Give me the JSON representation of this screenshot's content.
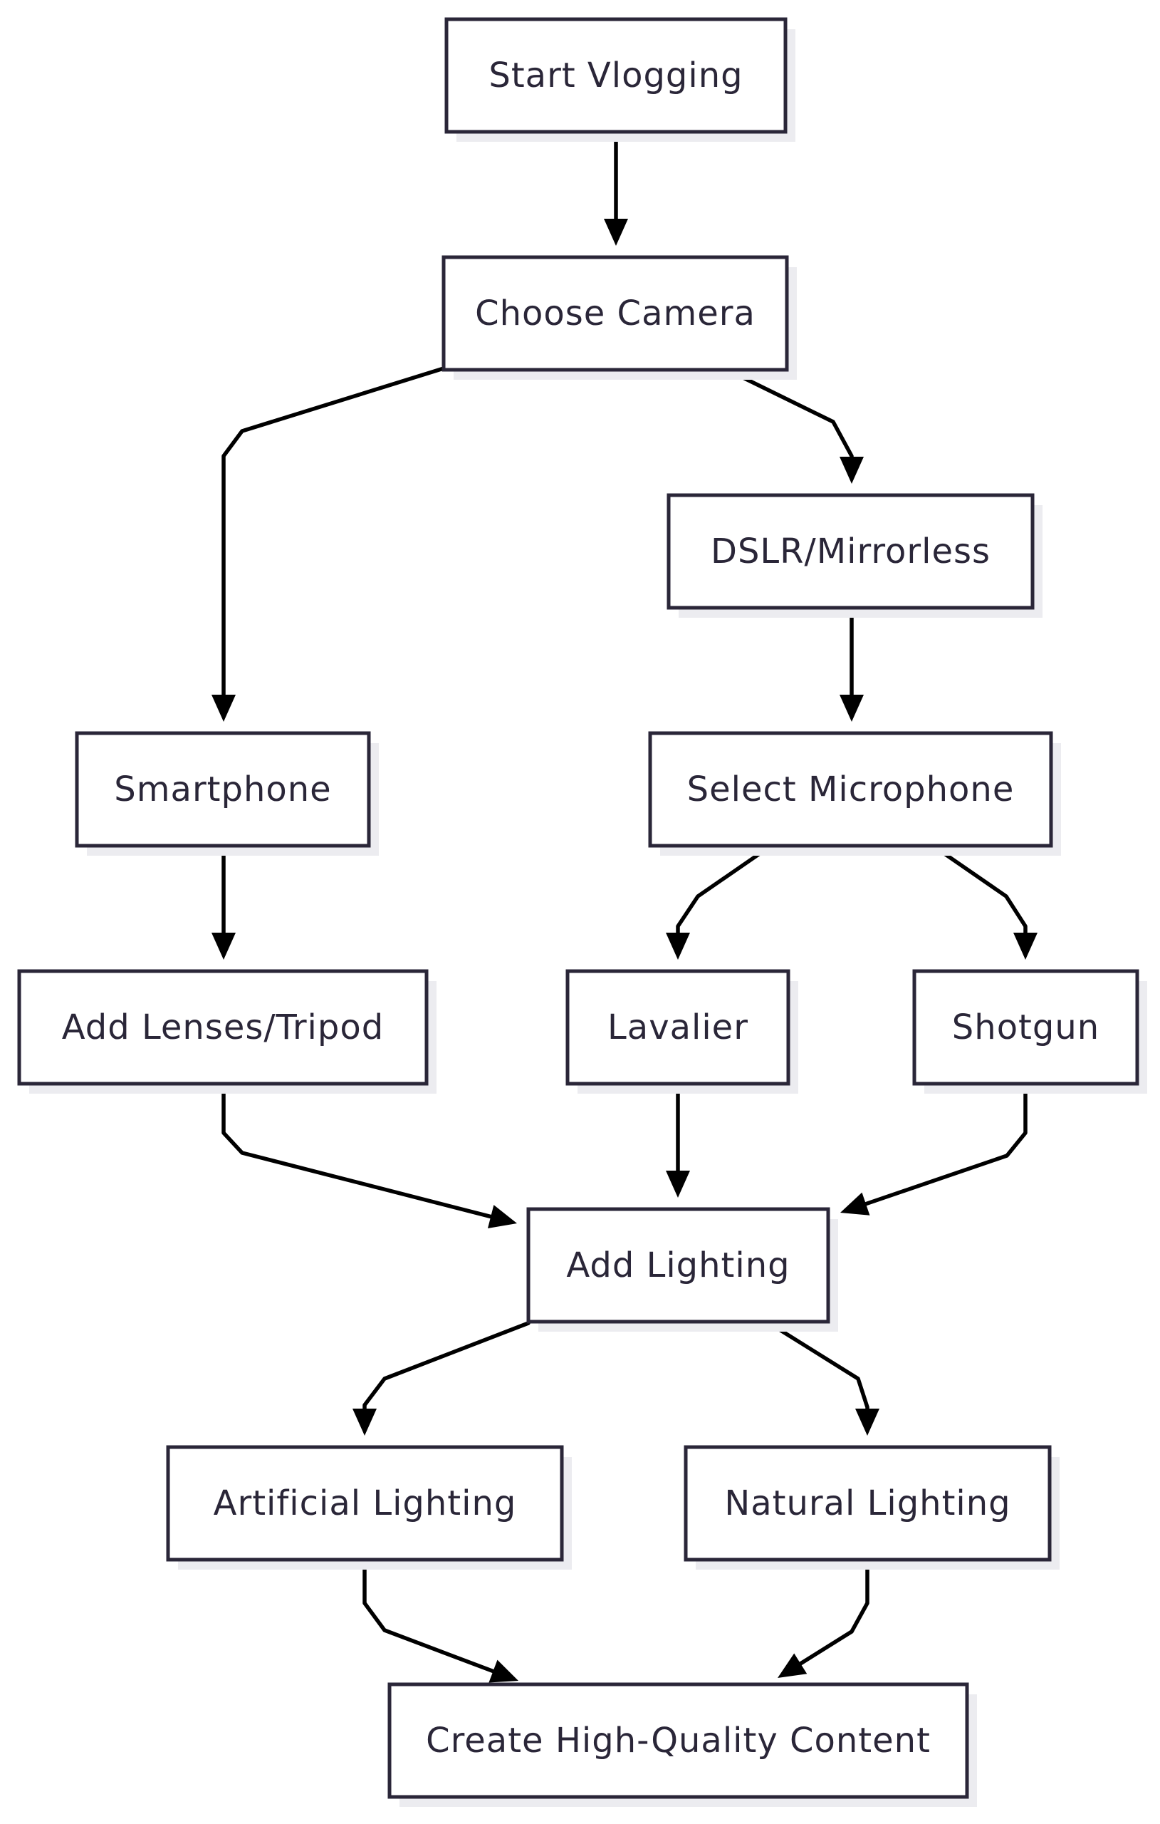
{
  "diagram": {
    "type": "flowchart",
    "nodes": [
      {
        "id": "start",
        "label": "Start Vlogging"
      },
      {
        "id": "camera",
        "label": "Choose Camera"
      },
      {
        "id": "dslr",
        "label": "DSLR/Mirrorless"
      },
      {
        "id": "smartphone",
        "label": "Smartphone"
      },
      {
        "id": "microphone",
        "label": "Select Microphone"
      },
      {
        "id": "lenses",
        "label": "Add Lenses/Tripod"
      },
      {
        "id": "lavalier",
        "label": "Lavalier"
      },
      {
        "id": "shotgun",
        "label": "Shotgun"
      },
      {
        "id": "lighting",
        "label": "Add Lighting"
      },
      {
        "id": "artificial",
        "label": "Artificial Lighting"
      },
      {
        "id": "natural",
        "label": "Natural Lighting"
      },
      {
        "id": "content",
        "label": "Create High-Quality Content"
      }
    ],
    "edges": [
      {
        "from": "start",
        "to": "camera"
      },
      {
        "from": "camera",
        "to": "smartphone"
      },
      {
        "from": "camera",
        "to": "dslr"
      },
      {
        "from": "dslr",
        "to": "microphone"
      },
      {
        "from": "smartphone",
        "to": "lenses"
      },
      {
        "from": "microphone",
        "to": "lavalier"
      },
      {
        "from": "microphone",
        "to": "shotgun"
      },
      {
        "from": "lenses",
        "to": "lighting"
      },
      {
        "from": "lavalier",
        "to": "lighting"
      },
      {
        "from": "shotgun",
        "to": "lighting"
      },
      {
        "from": "lighting",
        "to": "artificial"
      },
      {
        "from": "lighting",
        "to": "natural"
      },
      {
        "from": "artificial",
        "to": "content"
      },
      {
        "from": "natural",
        "to": "content"
      }
    ]
  }
}
